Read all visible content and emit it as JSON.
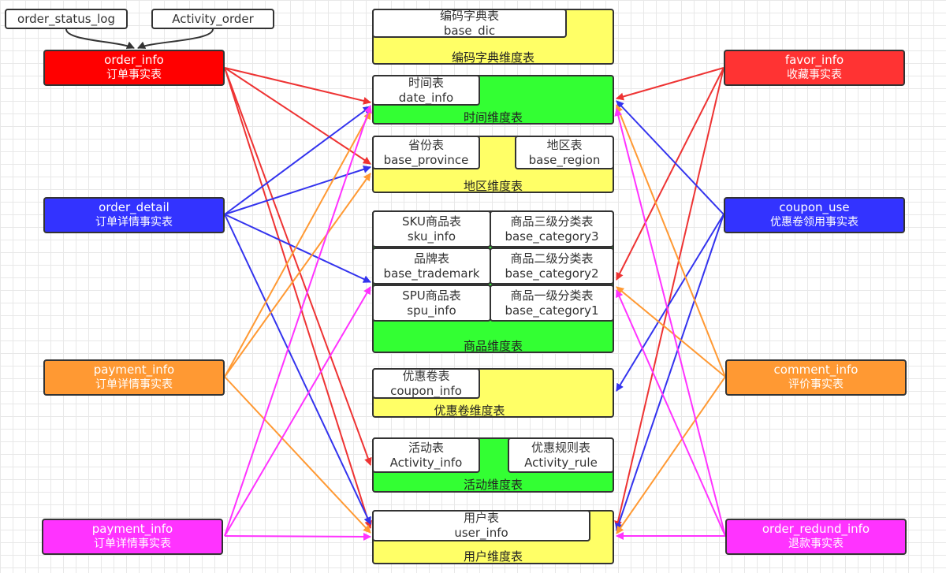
{
  "colors": {
    "red": "#ff0000",
    "red_light": "#ff3333",
    "blue": "#3333ff",
    "orange": "#ff9933",
    "magenta": "#ff33ff",
    "yellow": "#ffff66",
    "green": "#33ff33",
    "line_red": "#ee3333",
    "line_blue": "#3333ee",
    "line_orange": "#ff9933",
    "line_magenta": "#ff33ff",
    "line_black": "#333333"
  },
  "sources": {
    "status_log": "order_status_log",
    "activity_order": "Activity_order"
  },
  "facts": {
    "order_info": {
      "en": "order_info",
      "zh": "订单事实表"
    },
    "order_detail": {
      "en": "order_detail",
      "zh": "订单详情事实表"
    },
    "payment_info_1": {
      "en": "payment_info",
      "zh": "订单详情事实表"
    },
    "payment_info_2": {
      "en": "payment_info",
      "zh": "订单详情事实表"
    },
    "favor_info": {
      "en": "favor_info",
      "zh": "收藏事实表"
    },
    "coupon_use": {
      "en": "coupon_use",
      "zh": "优惠卷领用事实表"
    },
    "comment_info": {
      "en": "comment_info",
      "zh": "评价事实表"
    },
    "order_redund_info": {
      "en": "order_redund_info",
      "zh": "退款事实表"
    }
  },
  "dims": {
    "dic": {
      "label": "编码字典维度表",
      "tables": [
        {
          "zh": "编码字典表",
          "en": "base_dic"
        }
      ]
    },
    "date": {
      "label": "时间维度表",
      "tables": [
        {
          "zh": "时间表",
          "en": "date_info"
        }
      ]
    },
    "region": {
      "label": "地区维度表",
      "tables": [
        {
          "zh": "省份表",
          "en": "base_province"
        },
        {
          "zh": "地区表",
          "en": "base_region"
        }
      ]
    },
    "goods": {
      "label": "商品维度表",
      "tables": [
        {
          "zh": "SKU商品表",
          "en": "sku_info"
        },
        {
          "zh": "商品三级分类表",
          "en": "base_category3"
        },
        {
          "zh": "品牌表",
          "en": "base_trademark"
        },
        {
          "zh": "商品二级分类表",
          "en": "base_category2"
        },
        {
          "zh": "SPU商品表",
          "en": "spu_info"
        },
        {
          "zh": "商品一级分类表",
          "en": "base_category1"
        }
      ]
    },
    "coupon": {
      "label": "优惠卷维度表",
      "tables": [
        {
          "zh": "优惠卷表",
          "en": "coupon_info"
        }
      ]
    },
    "activity": {
      "label": "活动维度表",
      "tables": [
        {
          "zh": "活动表",
          "en": "Activity_info"
        },
        {
          "zh": "优惠规则表",
          "en": "Activity_rule"
        }
      ]
    },
    "user": {
      "label": "用户维度表",
      "tables": [
        {
          "zh": "用户表",
          "en": "user_info"
        }
      ]
    }
  }
}
